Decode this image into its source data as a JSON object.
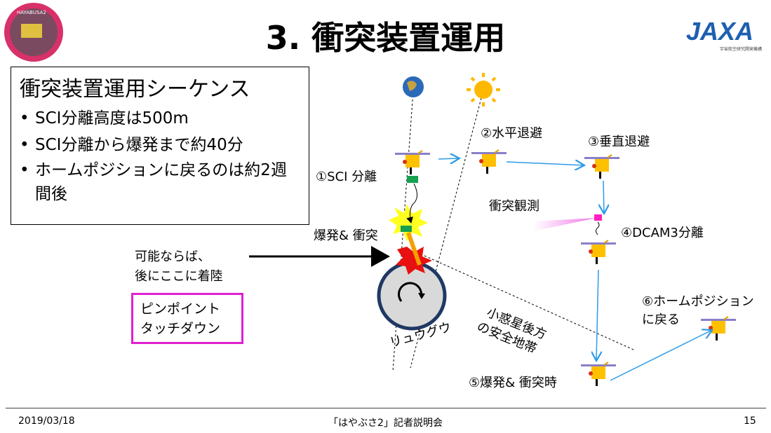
{
  "header": {
    "title": "3. 衝突装置運用",
    "mission_logo": "HAYABUSA2",
    "agency_logo": "JAXA",
    "agency_sub": "宇宙航空研究開発機構"
  },
  "sequence": {
    "heading": "衝突装置運用シーケンス",
    "bullets": [
      "SCI分離高度は500m",
      "SCI分離から爆発まで約40分",
      "ホームポジションに戻るのは約2週間後"
    ]
  },
  "diagram": {
    "step1": "①SCI 分離",
    "step2": "②水平退避",
    "step3": "③垂直退避",
    "step4": "④DCAM3分離",
    "step5": "⑤爆発& 衝突時",
    "step6a": "⑥ホームポジション",
    "step6b": "に戻る",
    "explosion": "爆発& 衝突",
    "observation": "衝突観測",
    "landing_a": "可能ならば、",
    "landing_b": "後にここに着陸",
    "pinpoint_a": "ピンポイント",
    "pinpoint_b": "タッチダウン",
    "safe_a": "小惑星後方",
    "safe_b": "の安全地帯",
    "asteroid": "リュウグウ"
  },
  "footer": {
    "date": "2019/03/18",
    "event": "「はやぶさ2」記者説明会",
    "page": "15"
  },
  "colors": {
    "arrow": "#2e9be6",
    "craft": "#ffc000",
    "panel": "#8a7fc8",
    "magenta": "#e020d0"
  }
}
